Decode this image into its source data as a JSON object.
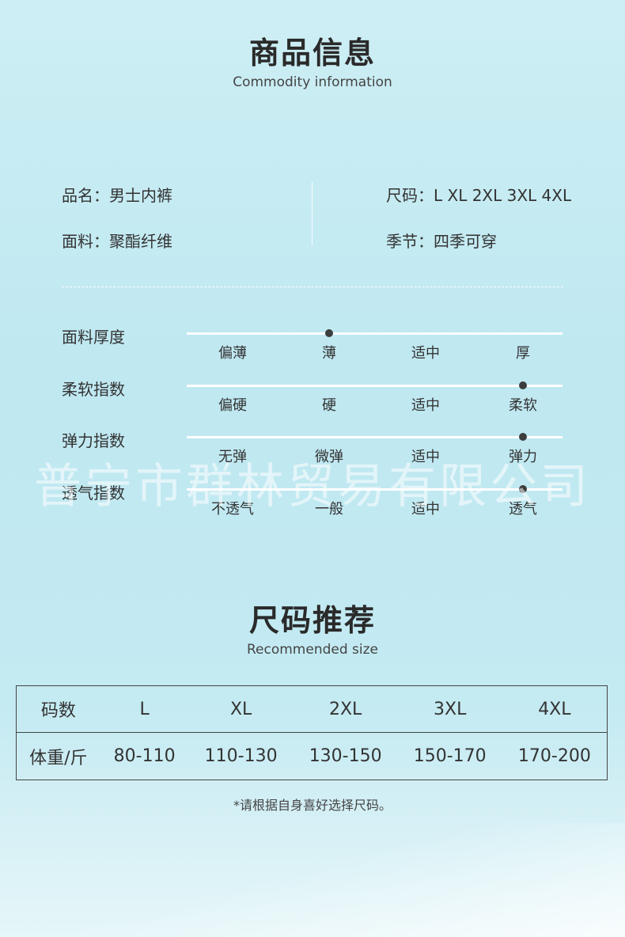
{
  "section1": {
    "title": "商品信息",
    "subtitle": "Commodity information"
  },
  "info": {
    "name": "品名：男士内裤",
    "size": "尺码：L XL 2XL 3XL 4XL",
    "fabric": "面料：聚酯纤维",
    "season": "季节：四季可穿"
  },
  "ratings": [
    {
      "label": "面料厚度",
      "options": [
        "偏薄",
        "薄",
        "适中",
        "厚"
      ],
      "selected_index": 1
    },
    {
      "label": "柔软指数",
      "options": [
        "偏硬",
        "硬",
        "适中",
        "柔软"
      ],
      "selected_index": 3
    },
    {
      "label": "弹力指数",
      "options": [
        "无弹",
        "微弹",
        "适中",
        "弹力"
      ],
      "selected_index": 3
    },
    {
      "label": "透气指数",
      "options": [
        "不透气",
        "一般",
        "适中",
        "透气"
      ],
      "selected_index": 3
    }
  ],
  "watermark": "普宁市群林贸易有限公司",
  "section2": {
    "title": "尺码推荐",
    "subtitle": "Recommended size"
  },
  "size_table": {
    "header": [
      "码数",
      "L",
      "XL",
      "2XL",
      "3XL",
      "4XL"
    ],
    "row": [
      "体重/斤",
      "80-110",
      "110-130",
      "130-150",
      "150-170",
      "170-200"
    ]
  },
  "note": "*请根据自身喜好选择尺码。"
}
